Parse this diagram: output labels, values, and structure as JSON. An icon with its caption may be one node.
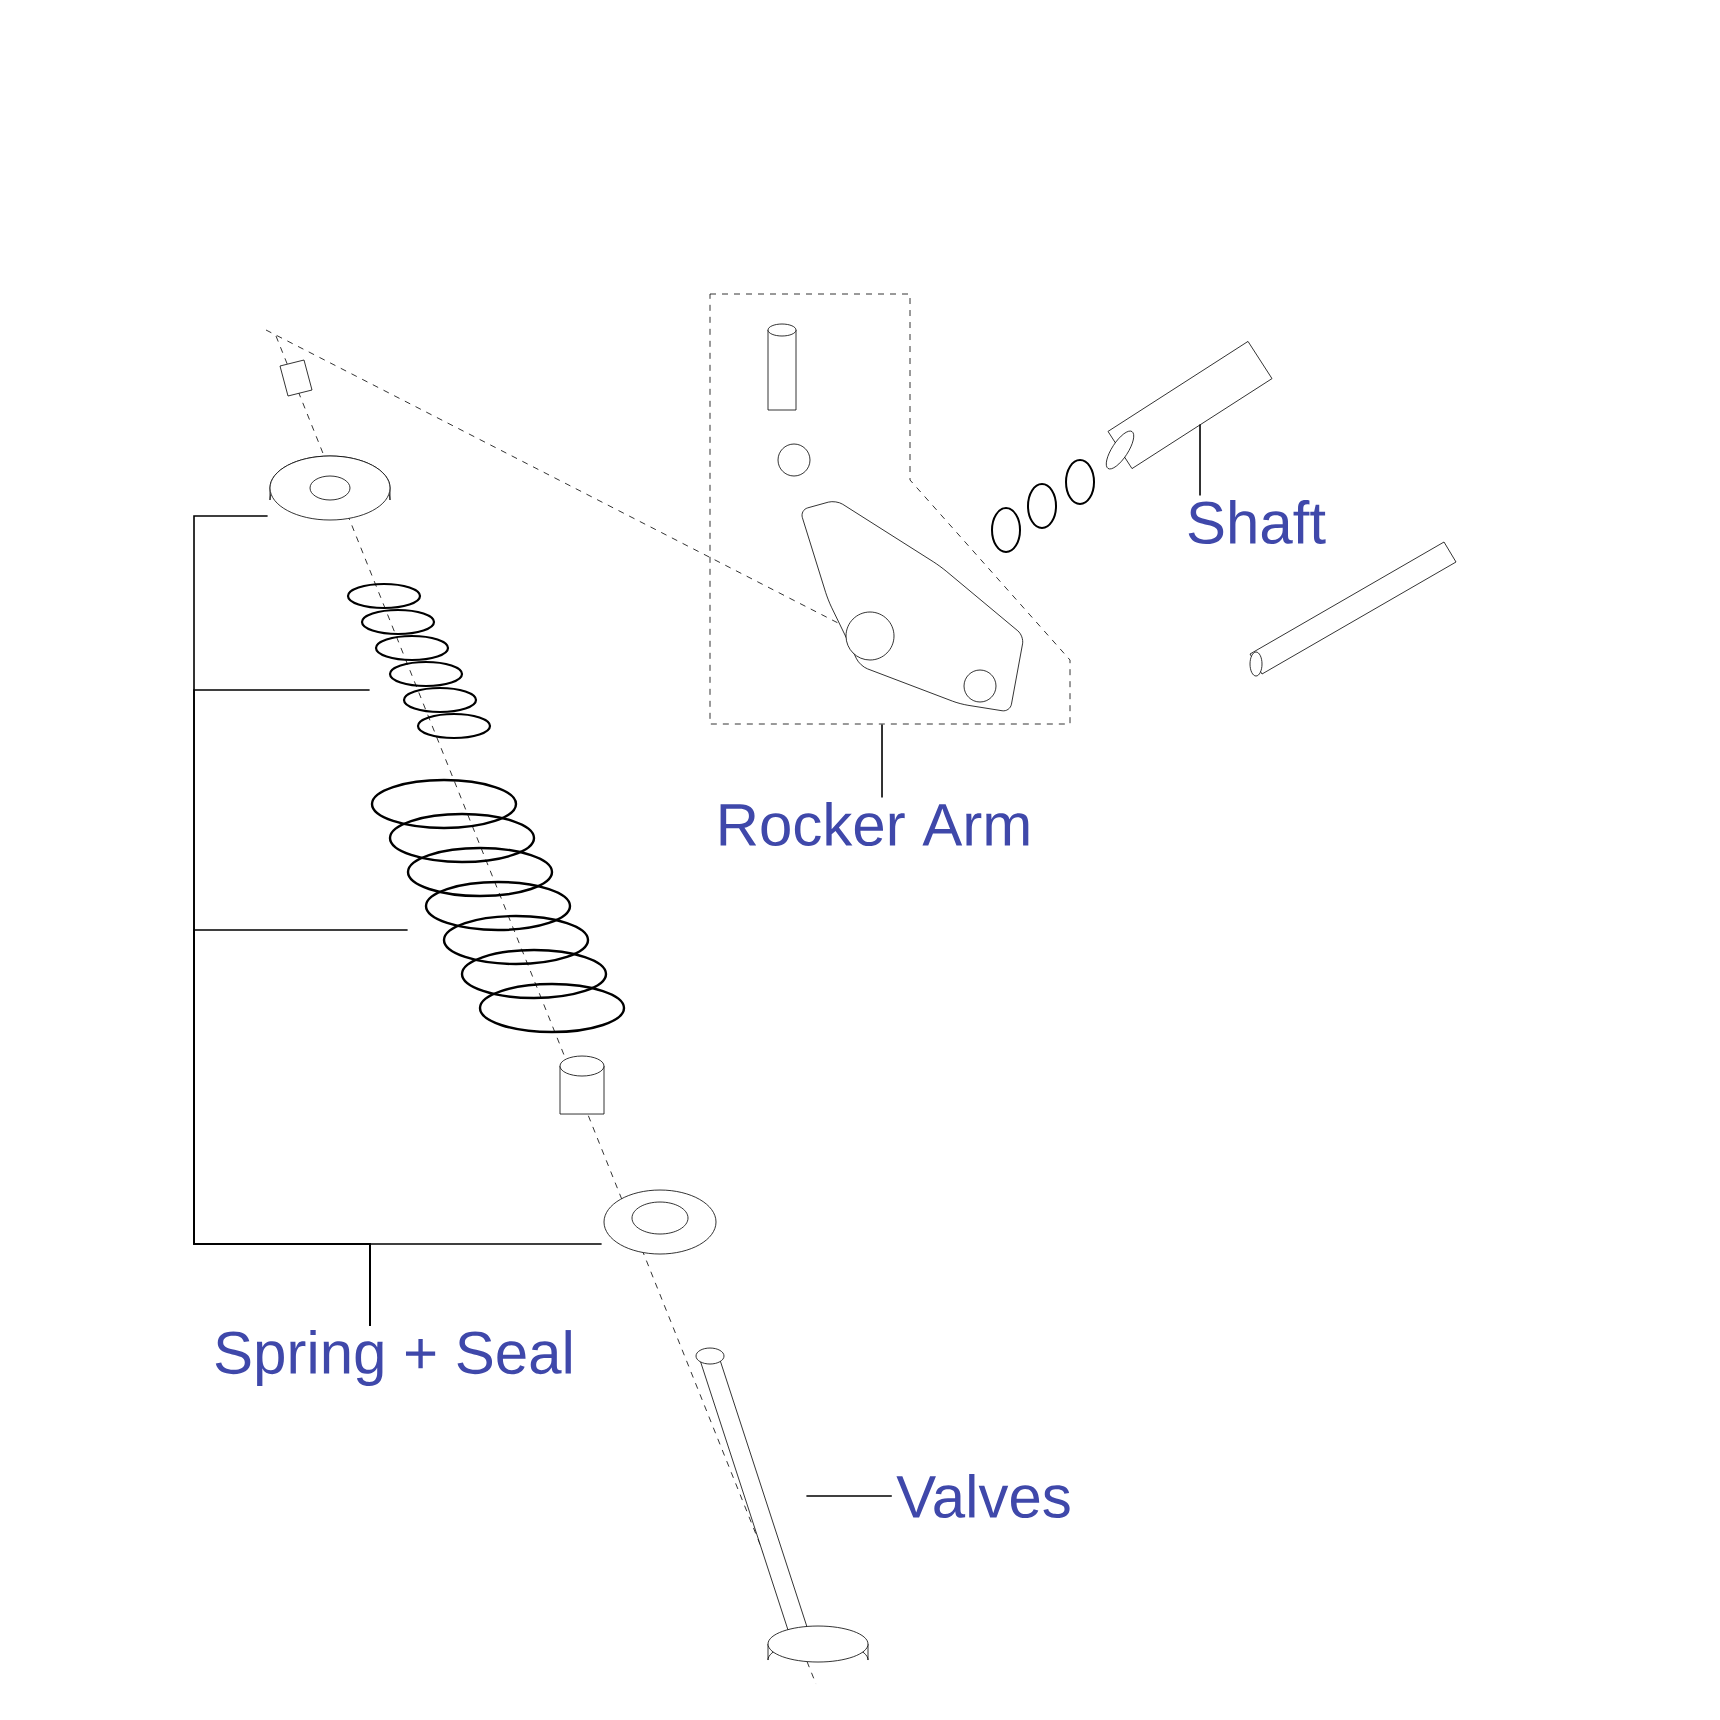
{
  "diagram": {
    "nodes": [
      {
        "text": [
          "Shaft"
        ]
      },
      {
        "text": [],
        "shape": "picture"
      },
      {
        "text": [
          "Rocker Arm"
        ]
      },
      {
        "text": [],
        "shape": "box"
      },
      {
        "text": [
          "Spring + Seal"
        ]
      },
      {
        "text": [],
        "shape": "picture"
      },
      {
        "text": [],
        "shape": "picture"
      },
      {
        "text": [],
        "shape": "picture"
      },
      {
        "text": [],
        "shape": "picture"
      },
      {
        "text": [
          "Valves"
        ]
      },
      {
        "text": [],
        "shape": "picture"
      }
    ],
    "edges": [
      {
        "from": 0,
        "to": 1,
        "arrow": "none"
      },
      {
        "from": 2,
        "to": 3,
        "arrow": "none"
      },
      {
        "from": 4,
        "to": 5,
        "arrow": "none"
      },
      {
        "from": 4,
        "to": 6,
        "arrow": "none"
      },
      {
        "from": 4,
        "to": 7,
        "arrow": "none"
      },
      {
        "from": 4,
        "to": 8,
        "arrow": "none"
      },
      {
        "from": 9,
        "to": 10,
        "arrow": "none"
      }
    ]
  }
}
